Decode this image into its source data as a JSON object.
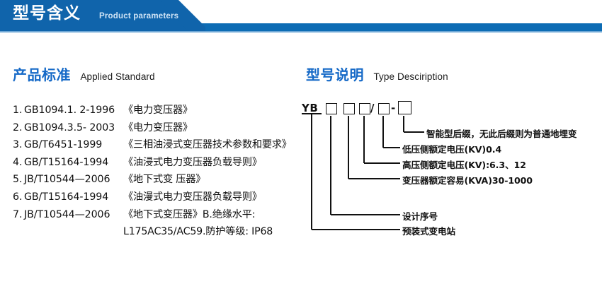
{
  "header": {
    "title": "型号含义",
    "subtitle": "Product parameters",
    "accent_color": "#0d6cb4",
    "block_color": "#1064ab"
  },
  "sections": {
    "standard": {
      "heading_cn": "产品标准",
      "heading_en": "Applied Standard",
      "heading_color": "#1569c7",
      "items": [
        {
          "num": "1.",
          "code": "GB1094.1. 2-1996",
          "name": "《电力变压器》"
        },
        {
          "num": "2.",
          "code": "GB1094.3.5- 2003",
          "name": "《电力变压器》"
        },
        {
          "num": "3.",
          "code": "GB/T6451-1999",
          "name": "《三相油浸式变压器技术参数和要求》"
        },
        {
          "num": "4.",
          "code": "GB/T15164-1994",
          "name": "《油浸式电力变压器负载导则》"
        },
        {
          "num": "5.",
          "code": "JB/T10544—2006",
          "name": "《地下式变 压器》"
        },
        {
          "num": "6.",
          "code": "GB/T15164-1994",
          "name": "《油漫式电力变压器负载导则》"
        },
        {
          "num": "7.",
          "code": "JB/T10544—2006",
          "name": "《地下式变压器》B.绝缘水平:"
        }
      ],
      "continuation": "L175AC35/AC59.防护等级: IP68"
    },
    "type_description": {
      "heading_cn": "型号说明",
      "heading_en": "Type Desciription",
      "heading_color": "#1569c7",
      "code_prefix": "YB",
      "code_slash": "/",
      "code_dash": "-",
      "annotations": [
        {
          "id": "smart-suffix",
          "text": "智能型后缀，无此后缀则为普通地埋变"
        },
        {
          "id": "lv-rated-voltage",
          "text": "低压侧额定电压(KV)0.4"
        },
        {
          "id": "hv-rated-voltage",
          "text": "高压侧额定电压(KV):6.3、12"
        },
        {
          "id": "rated-capacity",
          "text": "变压器额定容易(KVA)30-1000"
        },
        {
          "id": "design-serial",
          "text": "设计序号"
        },
        {
          "id": "substation-type",
          "text": "预装式变电站"
        }
      ]
    }
  }
}
